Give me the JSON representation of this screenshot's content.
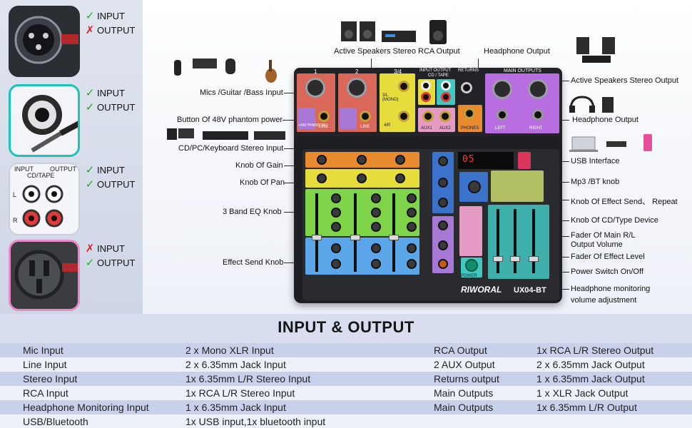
{
  "connectors": [
    {
      "id": "xlr",
      "rows": [
        {
          "mark": "✓",
          "ok": true,
          "text": "INPUT"
        },
        {
          "mark": "✗",
          "ok": false,
          "text": "OUTPUT"
        }
      ]
    },
    {
      "id": "jack",
      "rows": [
        {
          "mark": "✓",
          "ok": true,
          "text": "INPUT"
        },
        {
          "mark": "✓",
          "ok": true,
          "text": "OUTPUT"
        }
      ]
    },
    {
      "id": "rca",
      "rows": [
        {
          "mark": "✓",
          "ok": true,
          "text": "INPUT"
        },
        {
          "mark": "✓",
          "ok": true,
          "text": "OUTPUT"
        }
      ],
      "panel": {
        "input": "INPUT",
        "output": "OUTPUT",
        "cd_tape": "CD/TAPE",
        "l": "L",
        "r": "R"
      }
    },
    {
      "id": "xlr-female",
      "rows": [
        {
          "mark": "✗",
          "ok": false,
          "text": "INPUT"
        },
        {
          "mark": "✓",
          "ok": true,
          "text": "OUTPUT"
        }
      ]
    }
  ],
  "callouts": {
    "active_rca": "Active Speakers Stereo RCA Output",
    "headphone_top": "Headphone Output",
    "active_stereo": "Active Speakers Stereo Output",
    "mics": "Mics /Guitar /Bass Input",
    "phantom": "Button Of 48V phantom power",
    "cd_pc": "CD/PC/Keyboard Stereo Input",
    "headphone_right": "Headphone Output",
    "usb": "USB Interface",
    "gain": "Knob Of Gain",
    "mp3": "Mp3 /BT knob",
    "pan": "Knob Of Pan",
    "effect_send_repeat": "Knob Of Effect Send、 Repeat",
    "eq": "3 Band EQ Knob",
    "cd_type": "Knob Of CD/Type  Device",
    "main_fader_1": "Fader Of Main R/L",
    "main_fader_2": "Output Volume",
    "effect_level": "Fader Of Effect Level",
    "effect_send": "Effect Send Knob",
    "power": "Power Switch On/Off",
    "hp_monitor_1": "Headphone monitoring",
    "hp_monitor_2": "volume adjustment"
  },
  "mixer": {
    "channels": [
      "1",
      "2",
      "3/4"
    ],
    "main_outputs": "MAIN OUTPUTS",
    "returns": "RETURNS",
    "input_output": "INPUT    OUTPUT",
    "cd_tape": "CD / TAPE",
    "line": "LINE",
    "aux1": "AUX1",
    "aux2": "AUX2",
    "phones": "PHONES",
    "left": "LEFT",
    "right": "RIGHT",
    "phantom": "+48V PHANTOM",
    "mono": "3/L (MONO)",
    "four_r": "4/R",
    "display": "05",
    "brand": "RIWORAL",
    "model": "UX04-BT",
    "power": "POWER"
  },
  "spec": {
    "title": "INPUT & OUTPUT",
    "left": [
      {
        "label": "Mic Input",
        "value": "2 x Mono XLR Input"
      },
      {
        "label": "Line Input",
        "value": "2 x 6.35mm Jack Input"
      },
      {
        "label": "Stereo Input",
        "value": "1x 6.35mm L/R Stereo Input"
      },
      {
        "label": "RCA Input",
        "value": "1x RCA L/R Stereo Input"
      },
      {
        "label": "Headphone Monitoring Input",
        "value": "1 x 6.35mm Jack Input"
      },
      {
        "label": "USB/Bluetooth",
        "value": "1x USB input,1x bluetooth input"
      }
    ],
    "right": [
      {
        "label": "RCA Output",
        "value": "1x RCA L/R Stereo Output"
      },
      {
        "label": "2 AUX Output",
        "value": "2 x 6.35mm Jack Output"
      },
      {
        "label": "Returns output",
        "value": "1 x 6.35mm Jack Output"
      },
      {
        "label": "Main Outputs",
        "value": "1 x XLR Jack Output"
      },
      {
        "label": "Main Outputs",
        "value": "1x 6.35mm L/R Output"
      }
    ]
  },
  "colors": {
    "ch_red": "#d9675a",
    "ch_purple": "#a778d6",
    "ch_yellow": "#e6dd3d",
    "ch_teal": "#43c7c1",
    "ch_pink": "#e59bc3",
    "main_violet": "#b86ee0",
    "orange": "#e88a2e",
    "green": "#7fd44a",
    "blue": "#5aa6e8"
  }
}
